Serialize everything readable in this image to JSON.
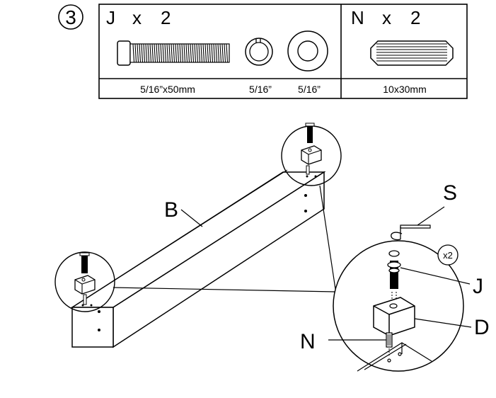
{
  "step": {
    "number": "3"
  },
  "parts_box": {
    "group_j": {
      "letter": "J",
      "times": "x",
      "count": "2",
      "labels": {
        "bolt": "5/16”x50mm",
        "lock_washer": "5/16”",
        "flat_washer": "5/16”"
      }
    },
    "group_n": {
      "letter": "N",
      "times": "x",
      "count": "2",
      "labels": {
        "dowel": "10x30mm"
      }
    }
  },
  "diagram": {
    "labels": {
      "rail": "B",
      "allen_key": "S",
      "bolt": "J",
      "block": "D",
      "dowel": "N",
      "multiplier": "x2"
    }
  }
}
